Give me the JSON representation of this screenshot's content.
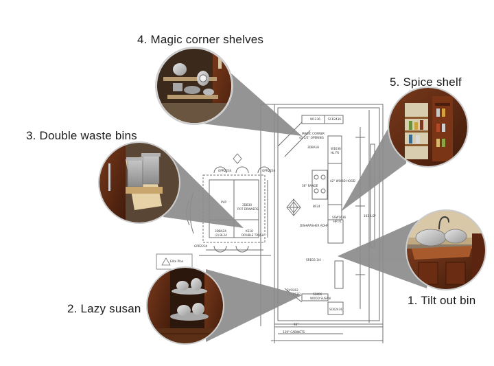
{
  "callouts": [
    {
      "id": "magic-corner-shelves",
      "number": "4",
      "label": "4. Magic corner shelves"
    },
    {
      "id": "spice-shelf",
      "number": "5",
      "label": "5. Spice shelf"
    },
    {
      "id": "double-waste-bins",
      "number": "3",
      "label": "3. Double waste bins"
    },
    {
      "id": "lazy-susan",
      "number": "2",
      "label": "2. Lazy susan"
    },
    {
      "id": "tilt-out-bin",
      "number": "1",
      "label": "1. Tilt out bin"
    }
  ],
  "floorplan": {
    "labels": [
      "W1236",
      "SCK2436",
      "MAGIC CORNER",
      "45 1/2\" OPENING",
      "3DBA18",
      "W1636",
      "HL FR",
      "42\" WOOD HOOD",
      "36\" RANGE",
      "BF24",
      "DISHWASHER ADHP",
      "SSW1636",
      "HR FL",
      "SRB33 3/4",
      "GPR2234",
      "GPR2234",
      "GPR2234",
      "PVP",
      "2DB30",
      "POT DRAWERS",
      "3DBA24",
      "(2) BL24",
      "KS18",
      "DOUBLE TRASH",
      "2VO362",
      "16\" DEEP",
      "SSK06",
      "WOOD SUSAN",
      "SCK2436",
      "Elite Plan",
      "93\"",
      "129\" CABINETS",
      "162 1/2\""
    ]
  },
  "colors": {
    "callout_fill": "#8c8c8c",
    "plan_lines": "#6d6d6d",
    "wood_dark": "#5a2a14",
    "wood_mid": "#8b4a24",
    "steel": "#c9c9c9"
  }
}
